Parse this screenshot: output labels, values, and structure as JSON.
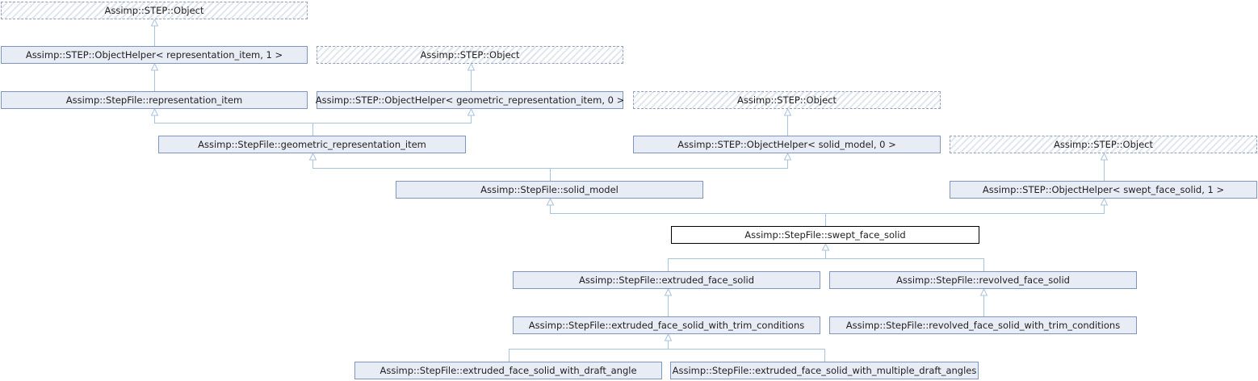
{
  "colors": {
    "edge": "#a9c3de",
    "node_fill": "#e8ecf5",
    "node_border": "#7e95be",
    "current_border": "#000000"
  },
  "nodes": {
    "n1": "Assimp::STEP::Object",
    "n2": "Assimp::STEP::ObjectHelper< representation_item, 1 >",
    "n3": "Assimp::STEP::Object",
    "n4": "Assimp::StepFile::representation_item",
    "n5": "Assimp::STEP::ObjectHelper< geometric_representation_item, 0 >",
    "n6": "Assimp::STEP::Object",
    "n7": "Assimp::StepFile::geometric_representation_item",
    "n8": "Assimp::STEP::ObjectHelper< solid_model, 0 >",
    "n9": "Assimp::STEP::Object",
    "n10": "Assimp::StepFile::solid_model",
    "n11": "Assimp::STEP::ObjectHelper< swept_face_solid, 1 >",
    "n12": "Assimp::StepFile::swept_face_solid",
    "n13": "Assimp::StepFile::extruded_face_solid",
    "n14": "Assimp::StepFile::revolved_face_solid",
    "n15": "Assimp::StepFile::extruded_face_solid_with_trim_conditions",
    "n16": "Assimp::StepFile::revolved_face_solid_with_trim_conditions",
    "n17": "Assimp::StepFile::extruded_face_solid_with_draft_angle",
    "n18": "Assimp::StepFile::extruded_face_solid_with_multiple_draft_angles"
  }
}
